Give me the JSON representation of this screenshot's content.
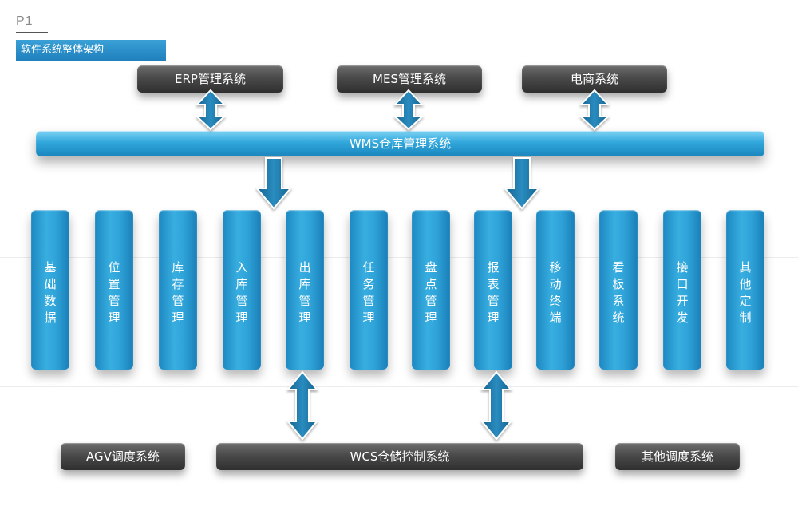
{
  "page_number": "P1",
  "section_title": "软件系统整体架构",
  "top_systems": [
    {
      "label": "ERP管理系统"
    },
    {
      "label": "MES管理系统"
    },
    {
      "label": "电商系统"
    }
  ],
  "wms": {
    "label": "WMS仓库管理系统"
  },
  "modules": [
    {
      "label": "基础数据"
    },
    {
      "label": "位置管理"
    },
    {
      "label": "库存管理"
    },
    {
      "label": "入库管理"
    },
    {
      "label": "出库管理"
    },
    {
      "label": "任务管理"
    },
    {
      "label": "盘点管理"
    },
    {
      "label": "报表管理"
    },
    {
      "label": "移动终端"
    },
    {
      "label": "看板系统"
    },
    {
      "label": "接口开发"
    },
    {
      "label": "其他定制"
    }
  ],
  "bottom_systems": [
    {
      "label": "AGV调度系统"
    },
    {
      "label": "WCS仓储控制系统"
    },
    {
      "label": "其他调度系统"
    }
  ],
  "colors": {
    "accent_blue": "#2fa3d9",
    "arrow_blue": "#1f7fae",
    "dark_box": "#3a3a3a"
  }
}
